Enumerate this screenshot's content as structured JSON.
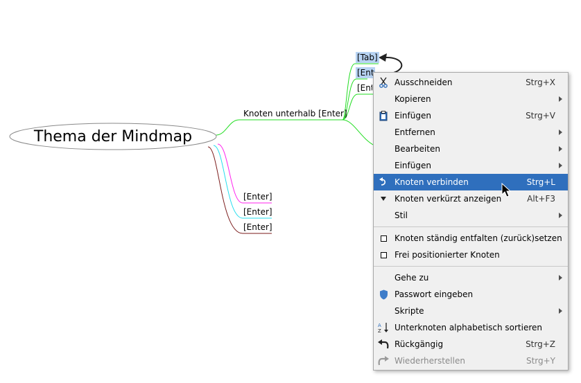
{
  "mindmap": {
    "root": "Thema der Mindmap",
    "branch_label": "Knoten unterhalb [Enter]",
    "child_tab": "[Tab]",
    "child_enter_1": "[Enter]",
    "child_enter_2": "[Enter]",
    "left_enter_1": "[Enter]",
    "left_enter_2": "[Enter]",
    "left_enter_3": "[Enter]"
  },
  "colors": {
    "accent": "#2f6fbd",
    "selection": "#b7d3f3",
    "edge_green": "#22dd22",
    "edge_magenta": "#ff22ee",
    "edge_cyan": "#22ddee",
    "edge_darkred": "#7a1a1a"
  },
  "context_menu": {
    "items": [
      {
        "label": "Ausschneiden",
        "shortcut": "Strg+X",
        "icon": "scissors-icon"
      },
      {
        "label": "Kopieren",
        "shortcut": "",
        "submenu": true
      },
      {
        "label": "Einfügen",
        "shortcut": "Strg+V",
        "icon": "clipboard-icon"
      },
      {
        "label": "Entfernen",
        "shortcut": "",
        "submenu": true
      },
      {
        "label": "Bearbeiten",
        "shortcut": "",
        "submenu": true
      },
      {
        "label": "Einfügen",
        "shortcut": "",
        "submenu": true
      },
      {
        "label": "Knoten verbinden",
        "shortcut": "Strg+L",
        "icon": "connect-arrow-icon",
        "highlighted": true
      },
      {
        "label": "Knoten verkürzt anzeigen",
        "shortcut": "Alt+F3",
        "icon": "triangle-down-icon"
      },
      {
        "label": "Stil",
        "shortcut": "",
        "submenu": true
      },
      {
        "label": "Knoten ständig entfalten (zurück)setzen",
        "shortcut": "",
        "icon": "checkbox-icon"
      },
      {
        "label": "Frei positionierter Knoten",
        "shortcut": "",
        "icon": "checkbox-icon"
      },
      {
        "label": "Gehe zu",
        "shortcut": "",
        "submenu": true
      },
      {
        "label": "Passwort eingeben",
        "shortcut": "",
        "icon": "shield-icon"
      },
      {
        "label": "Skripte",
        "shortcut": "",
        "submenu": true
      },
      {
        "label": "Unterknoten alphabetisch sortieren",
        "shortcut": "",
        "icon": "sort-az-icon"
      },
      {
        "label": "Rückgängig",
        "shortcut": "Strg+Z",
        "icon": "undo-icon"
      },
      {
        "label": "Wiederherstellen",
        "shortcut": "Strg+Y",
        "icon": "redo-icon",
        "disabled": true
      }
    ]
  }
}
